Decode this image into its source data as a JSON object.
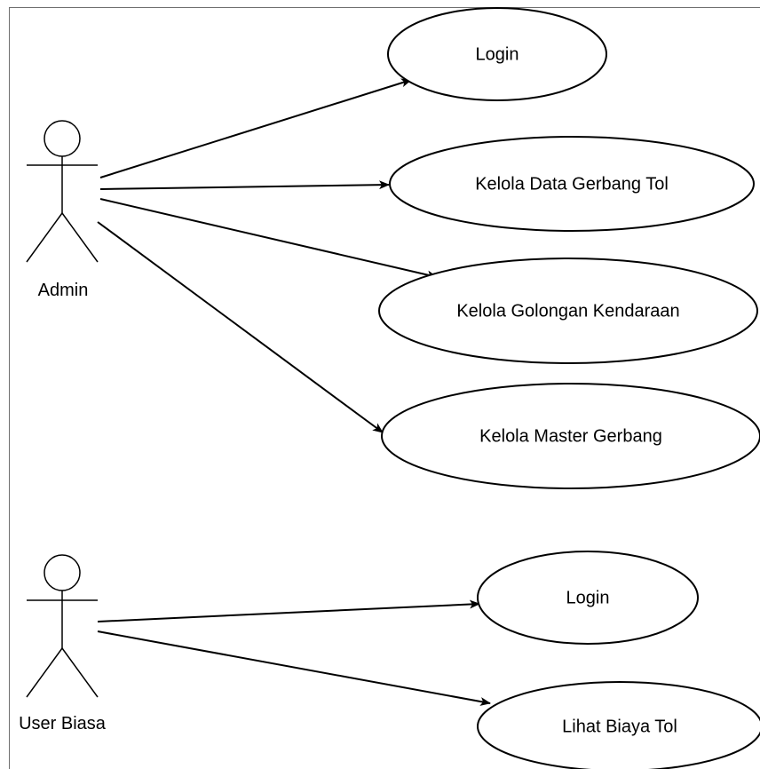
{
  "diagram": {
    "type": "use-case",
    "actors": [
      {
        "id": "admin",
        "label": "Admin"
      },
      {
        "id": "user",
        "label": "User Biasa"
      }
    ],
    "use_cases": [
      {
        "id": "uc-admin-login",
        "label": "Login"
      },
      {
        "id": "uc-kelola-data-gerbang-tol",
        "label": "Kelola Data Gerbang Tol"
      },
      {
        "id": "uc-kelola-golongan-kendaraan",
        "label": "Kelola Golongan Kendaraan"
      },
      {
        "id": "uc-kelola-master-gerbang",
        "label": "Kelola Master Gerbang"
      },
      {
        "id": "uc-user-login",
        "label": "Login"
      },
      {
        "id": "uc-lihat-biaya-tol",
        "label": "Lihat Biaya Tol"
      }
    ],
    "associations": [
      {
        "from": "admin",
        "to": "uc-admin-login"
      },
      {
        "from": "admin",
        "to": "uc-kelola-data-gerbang-tol"
      },
      {
        "from": "admin",
        "to": "uc-kelola-golongan-kendaraan"
      },
      {
        "from": "admin",
        "to": "uc-kelola-master-gerbang"
      },
      {
        "from": "user",
        "to": "uc-user-login"
      },
      {
        "from": "user",
        "to": "uc-lihat-biaya-tol"
      }
    ]
  }
}
